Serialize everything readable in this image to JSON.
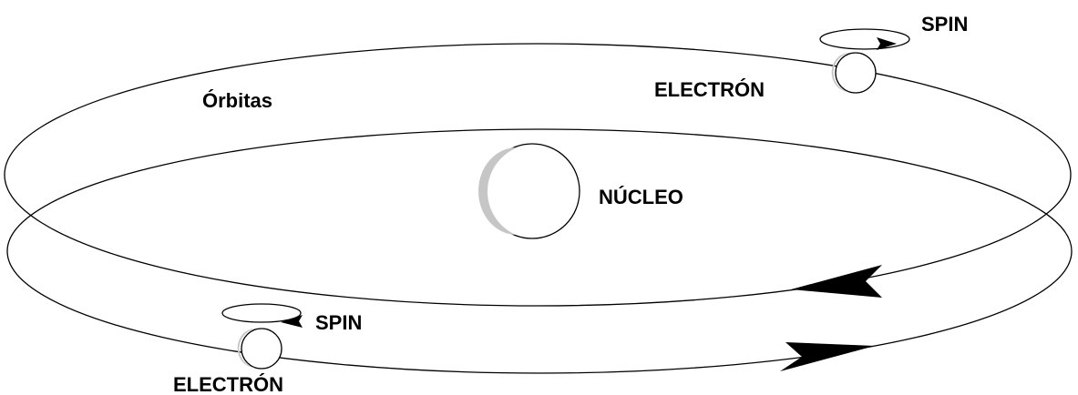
{
  "labels": {
    "orbitas": "Órbitas",
    "nucleo": "NÚCLEO",
    "electron_top": "ELECTRÓN",
    "electron_bottom": "ELECTRÓN",
    "spin_top": "SPIN",
    "spin_bottom": "SPIN"
  },
  "colors": {
    "line": "#000000",
    "shade": "#c6c6c6",
    "background": "#ffffff"
  }
}
